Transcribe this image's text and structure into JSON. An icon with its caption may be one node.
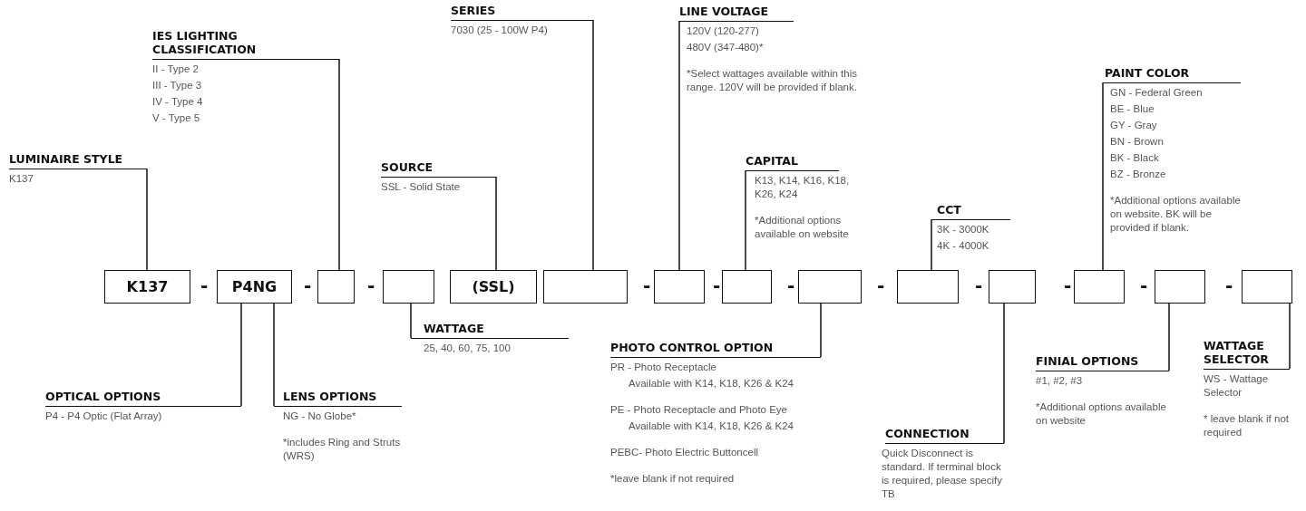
{
  "diagram": {
    "nodes": [
      {
        "text": [
          "LUMINAIRE STYLE",
          "K137"
        ]
      },
      {
        "text": [
          "IES LIGHTING CLASSIFICATION",
          "II - Type 2",
          "III - Type 3",
          "IV - Type 4",
          "V - Type 5"
        ]
      },
      {
        "text": [
          "SOURCE",
          "SSL - Solid State"
        ]
      },
      {
        "text": [
          "SERIES",
          "7030 (25 - 100W P4)"
        ]
      },
      {
        "text": [
          "LINE VOLTAGE",
          "120V (120-277)",
          "480V (347-480)*",
          "*Select wattages available within this range. 120V will be provided if blank."
        ]
      },
      {
        "text": [
          "CAPITAL",
          "K13, K14, K16, K18, K26, K24",
          "*Additional options available on website"
        ]
      },
      {
        "text": [
          "CCT",
          "3K - 3000K",
          "4K - 4000K"
        ]
      },
      {
        "text": [
          "PAINT COLOR",
          "GN - Federal Green",
          "BE - Blue",
          "GY - Gray",
          "BN - Brown",
          "BK - Black",
          "BZ - Bronze",
          "*Additional options available on website. BK will be provided if blank."
        ]
      },
      {
        "text": [
          "K137"
        ]
      },
      {
        "text": [
          "P4NG"
        ]
      },
      {
        "text": [],
        "shape": "box"
      },
      {
        "text": [],
        "shape": "box"
      },
      {
        "text": [
          "(SSL)"
        ]
      },
      {
        "text": [],
        "shape": "box"
      },
      {
        "text": [],
        "shape": "box"
      },
      {
        "text": [],
        "shape": "box"
      },
      {
        "text": [],
        "shape": "box"
      },
      {
        "text": [],
        "shape": "box"
      },
      {
        "text": [],
        "shape": "box"
      },
      {
        "text": [],
        "shape": "box"
      },
      {
        "text": [],
        "shape": "box"
      },
      {
        "text": [],
        "shape": "box"
      },
      {
        "text": [
          "OPTICAL OPTIONS",
          "P4 - P4 Optic (Flat Array)"
        ]
      },
      {
        "text": [
          "LENS OPTIONS",
          "NG - No Globe*",
          "*includes Ring and Struts (WRS)"
        ]
      },
      {
        "text": [
          "WATTAGE",
          "25, 40, 60, 75, 100"
        ]
      },
      {
        "text": [
          "PHOTO CONTROL OPTION",
          "PR - Photo Receptacle",
          "Available with K14, K18, K26 & K24",
          "PE - Photo Receptacle and Photo Eye",
          "Available with K14, K18, K26 & K24",
          "PEBC- Photo Electric Buttoncell",
          "*leave blank if not required"
        ]
      },
      {
        "text": [
          "CONNECTION",
          "Quick Disconnect is standard. If terminal block is required, please specify TB"
        ]
      },
      {
        "text": [
          "FINIAL OPTIONS",
          "#1, #2, #3",
          "*Additional options available on website"
        ]
      },
      {
        "text": [
          "WATTAGE SELECTOR",
          "WS - Wattage Selector",
          "* leave blank if not required"
        ]
      }
    ],
    "edges": [
      {
        "from": 0,
        "to": 8,
        "arrow": "none"
      },
      {
        "from": 1,
        "to": 10,
        "arrow": "none"
      },
      {
        "from": 2,
        "to": 12,
        "arrow": "none"
      },
      {
        "from": 3,
        "to": 13,
        "arrow": "none"
      },
      {
        "from": 4,
        "to": 14,
        "arrow": "none"
      },
      {
        "from": 5,
        "to": 15,
        "arrow": "none"
      },
      {
        "from": 6,
        "to": 17,
        "arrow": "none"
      },
      {
        "from": 7,
        "to": 19,
        "arrow": "none"
      },
      {
        "from": 22,
        "to": 9,
        "arrow": "none"
      },
      {
        "from": 23,
        "to": 9,
        "arrow": "none"
      },
      {
        "from": 24,
        "to": 11,
        "arrow": "none"
      },
      {
        "from": 25,
        "to": 16,
        "arrow": "none"
      },
      {
        "from": 26,
        "to": 18,
        "arrow": "none"
      },
      {
        "from": 27,
        "to": 20,
        "arrow": "none"
      },
      {
        "from": 28,
        "to": 21,
        "arrow": "none"
      }
    ],
    "labels": [
      "-",
      "-",
      "-",
      "-",
      "-",
      "-",
      "-",
      "-",
      "-",
      "-",
      "-"
    ]
  }
}
